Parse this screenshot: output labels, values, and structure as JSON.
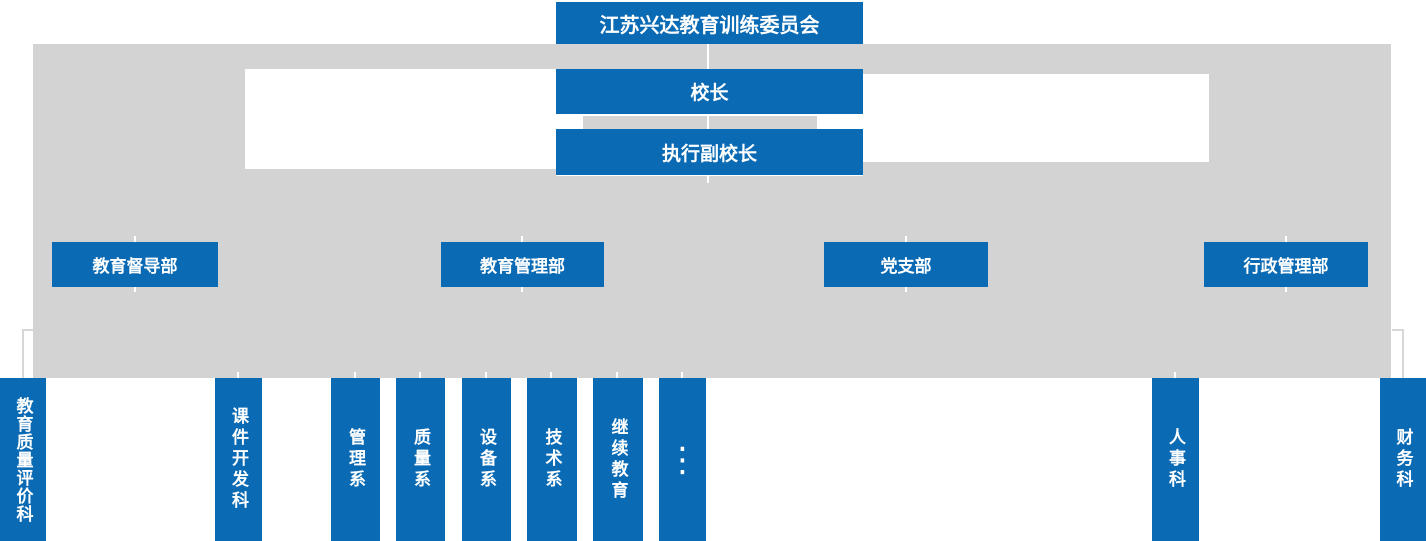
{
  "colors": {
    "node_blue": "#0a6ab4",
    "panel_gray": "#d3d3d3",
    "connector_gray": "#d7d7d7",
    "node_text": "#ffffff",
    "page_background": "#ffffff"
  },
  "org": {
    "root": {
      "label": "江苏兴达教育训练委员会"
    },
    "leadership": [
      {
        "label": "校长"
      },
      {
        "label": "执行副校长"
      }
    ],
    "departments": [
      {
        "label": "教育督导部"
      },
      {
        "label": "教育管理部"
      },
      {
        "label": "党支部"
      },
      {
        "label": "行政管理部"
      }
    ],
    "sections": [
      {
        "label": "教育质量评价科"
      },
      {
        "label": "课件开发科"
      },
      {
        "label": "管理系"
      },
      {
        "label": "质量系"
      },
      {
        "label": "设备系"
      },
      {
        "label": "技术系"
      },
      {
        "label": "继续教育"
      },
      {
        "label": "⋮"
      },
      {
        "label": "人事科"
      },
      {
        "label": "财务科"
      }
    ]
  }
}
